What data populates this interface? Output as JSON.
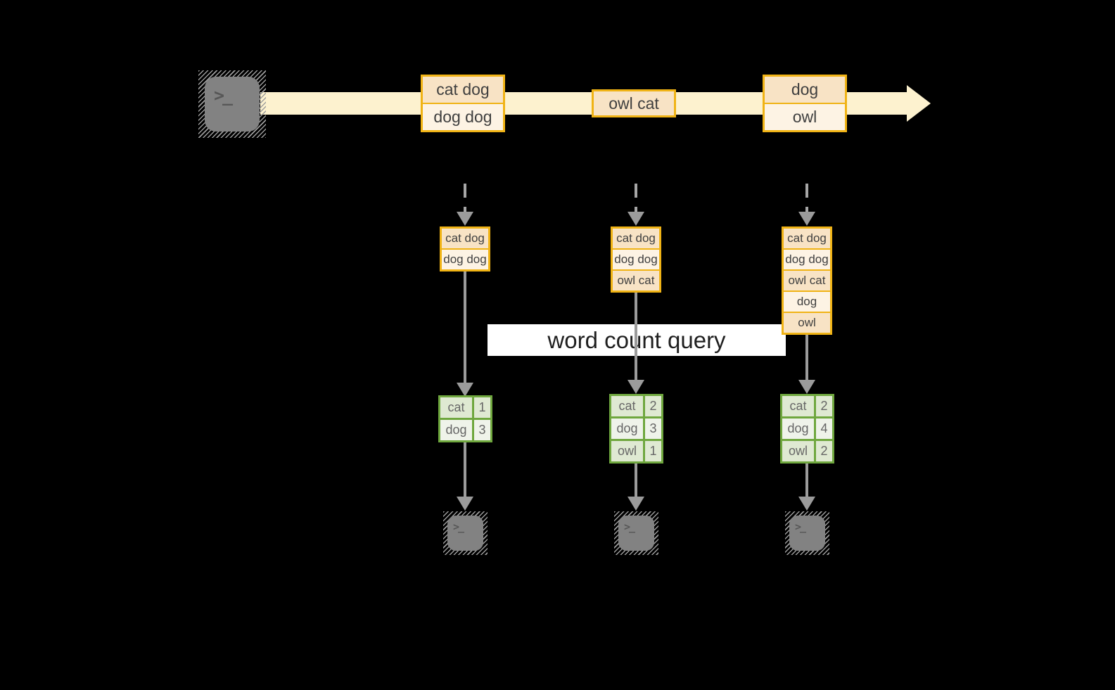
{
  "diagram": {
    "query_label": "word count query",
    "terminal_prompt": ">_"
  },
  "stream_events": [
    {
      "rows": [
        "cat dog",
        "dog dog"
      ]
    },
    {
      "rows": [
        "owl cat"
      ]
    },
    {
      "rows": [
        "dog",
        "owl"
      ]
    }
  ],
  "batches": [
    {
      "rows": [
        "cat dog",
        "dog dog"
      ]
    },
    {
      "rows": [
        "cat dog",
        "dog dog",
        "owl cat"
      ]
    },
    {
      "rows": [
        "cat dog",
        "dog dog",
        "owl cat",
        "dog",
        "owl"
      ]
    }
  ],
  "counts": [
    {
      "rows": [
        {
          "word": "cat",
          "count": "1"
        },
        {
          "word": "dog",
          "count": "3"
        }
      ]
    },
    {
      "rows": [
        {
          "word": "cat",
          "count": "2"
        },
        {
          "word": "dog",
          "count": "3"
        },
        {
          "word": "owl",
          "count": "1"
        }
      ]
    },
    {
      "rows": [
        {
          "word": "cat",
          "count": "2"
        },
        {
          "word": "dog",
          "count": "4"
        },
        {
          "word": "owl",
          "count": "2"
        }
      ]
    }
  ],
  "colors": {
    "background": "#000000",
    "stream_band": "#fdf2cf",
    "box_border": "#f0b315",
    "box_fill_dark": "#f8e3c5",
    "box_fill_light": "#fdf3e4",
    "table_border": "#6fa73e",
    "table_fill_dark": "#dfe9d2",
    "table_fill_light": "#eff3ea",
    "arrow_gray": "#9b9b9b",
    "label_bg": "#ffffff"
  }
}
